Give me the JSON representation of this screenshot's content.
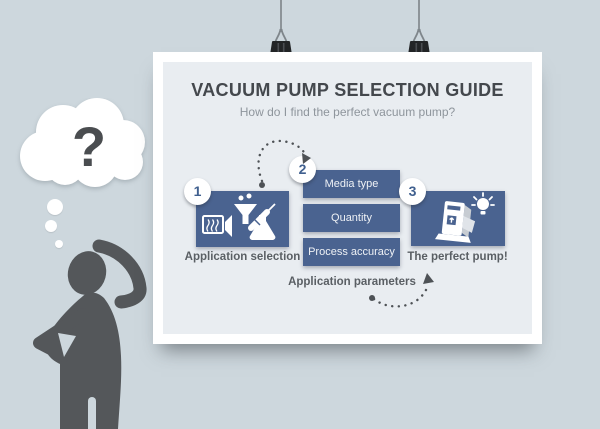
{
  "poster": {
    "title": "VACUUM PUMP SELECTION GUIDE",
    "subtitle": "How do I find the perfect vacuum pump?"
  },
  "steps": {
    "step1": {
      "number": "1",
      "label": "Application selection"
    },
    "step2": {
      "number": "2",
      "label": "Application parameters",
      "items": [
        "Media type",
        "Quantity",
        "Process accuracy"
      ]
    },
    "step3": {
      "number": "3",
      "label": "The perfect pump!"
    }
  },
  "thought_bubble": {
    "question_mark": "?"
  },
  "icons": {
    "step1_icon": "lab-equipment-icon",
    "step3_icon": "pump-with-lightbulb-icon",
    "hanging": "binder-clip-icon"
  },
  "colors": {
    "background": "#cdd7dd",
    "poster_white": "#ffffff",
    "poster_inner": "#e9edf1",
    "accent_blue": "#4a6390",
    "badge_number_blue": "#40608f",
    "title_text": "#44484d",
    "subtitle_text": "#8e959c",
    "step_label_text": "#5a5f64",
    "silhouette_gray": "#54575a",
    "arrow_dots": "#4e5256"
  }
}
